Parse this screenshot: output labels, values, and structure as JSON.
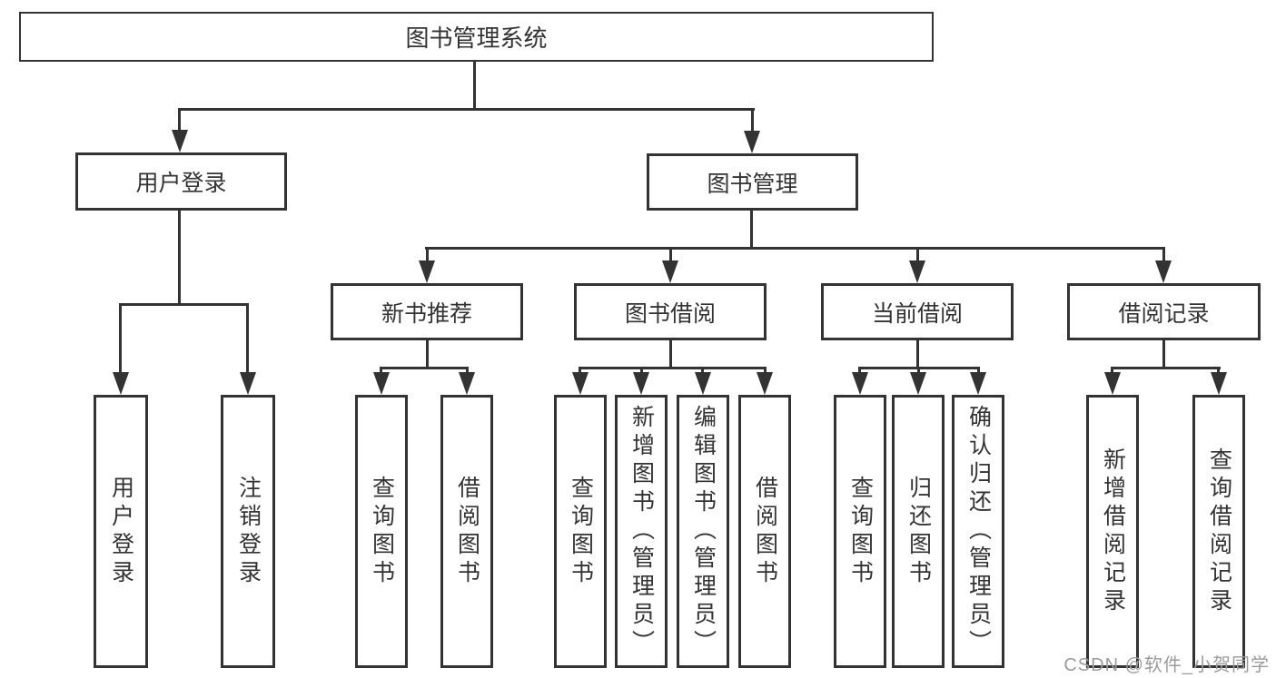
{
  "tree": {
    "root": {
      "label": "图书管理系统",
      "children": [
        {
          "label": "用户登录",
          "children": [
            {
              "label": "用户登录"
            },
            {
              "label": "注销登录"
            }
          ]
        },
        {
          "label": "图书管理",
          "children": [
            {
              "label": "新书推荐",
              "children": [
                {
                  "label": "查询图书"
                },
                {
                  "label": "借阅图书"
                }
              ]
            },
            {
              "label": "图书借阅",
              "children": [
                {
                  "label": "查询图书"
                },
                {
                  "label": "新增图书（管理员）"
                },
                {
                  "label": "编辑图书（管理员）"
                },
                {
                  "label": "借阅图书"
                }
              ]
            },
            {
              "label": "当前借阅",
              "children": [
                {
                  "label": "查询图书"
                },
                {
                  "label": "归还图书"
                },
                {
                  "label": "确认归还（管理员）"
                }
              ]
            },
            {
              "label": "借阅记录",
              "children": [
                {
                  "label": "新增借阅记录"
                },
                {
                  "label": "查询借阅记录"
                }
              ]
            }
          ]
        }
      ]
    }
  },
  "watermark": {
    "text": "CSDN @软件_小贺同学"
  },
  "colors": {
    "line": "#333333",
    "text": "#333333",
    "watermark": "#9c9c9c",
    "bg": "#ffffff"
  }
}
